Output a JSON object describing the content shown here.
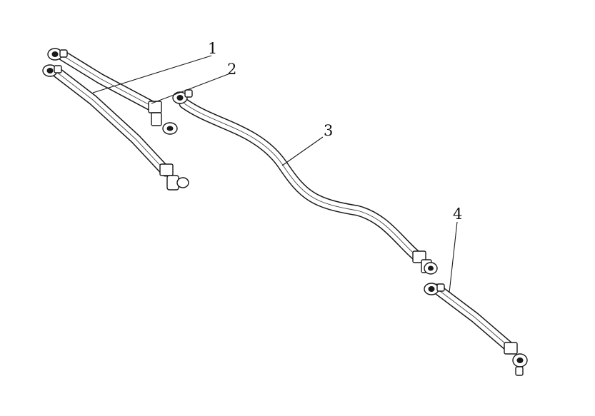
{
  "drawing": {
    "callouts": [
      {
        "id": "1",
        "label": "1"
      },
      {
        "id": "2",
        "label": "2"
      },
      {
        "id": "3",
        "label": "3"
      },
      {
        "id": "4",
        "label": "4"
      }
    ]
  }
}
